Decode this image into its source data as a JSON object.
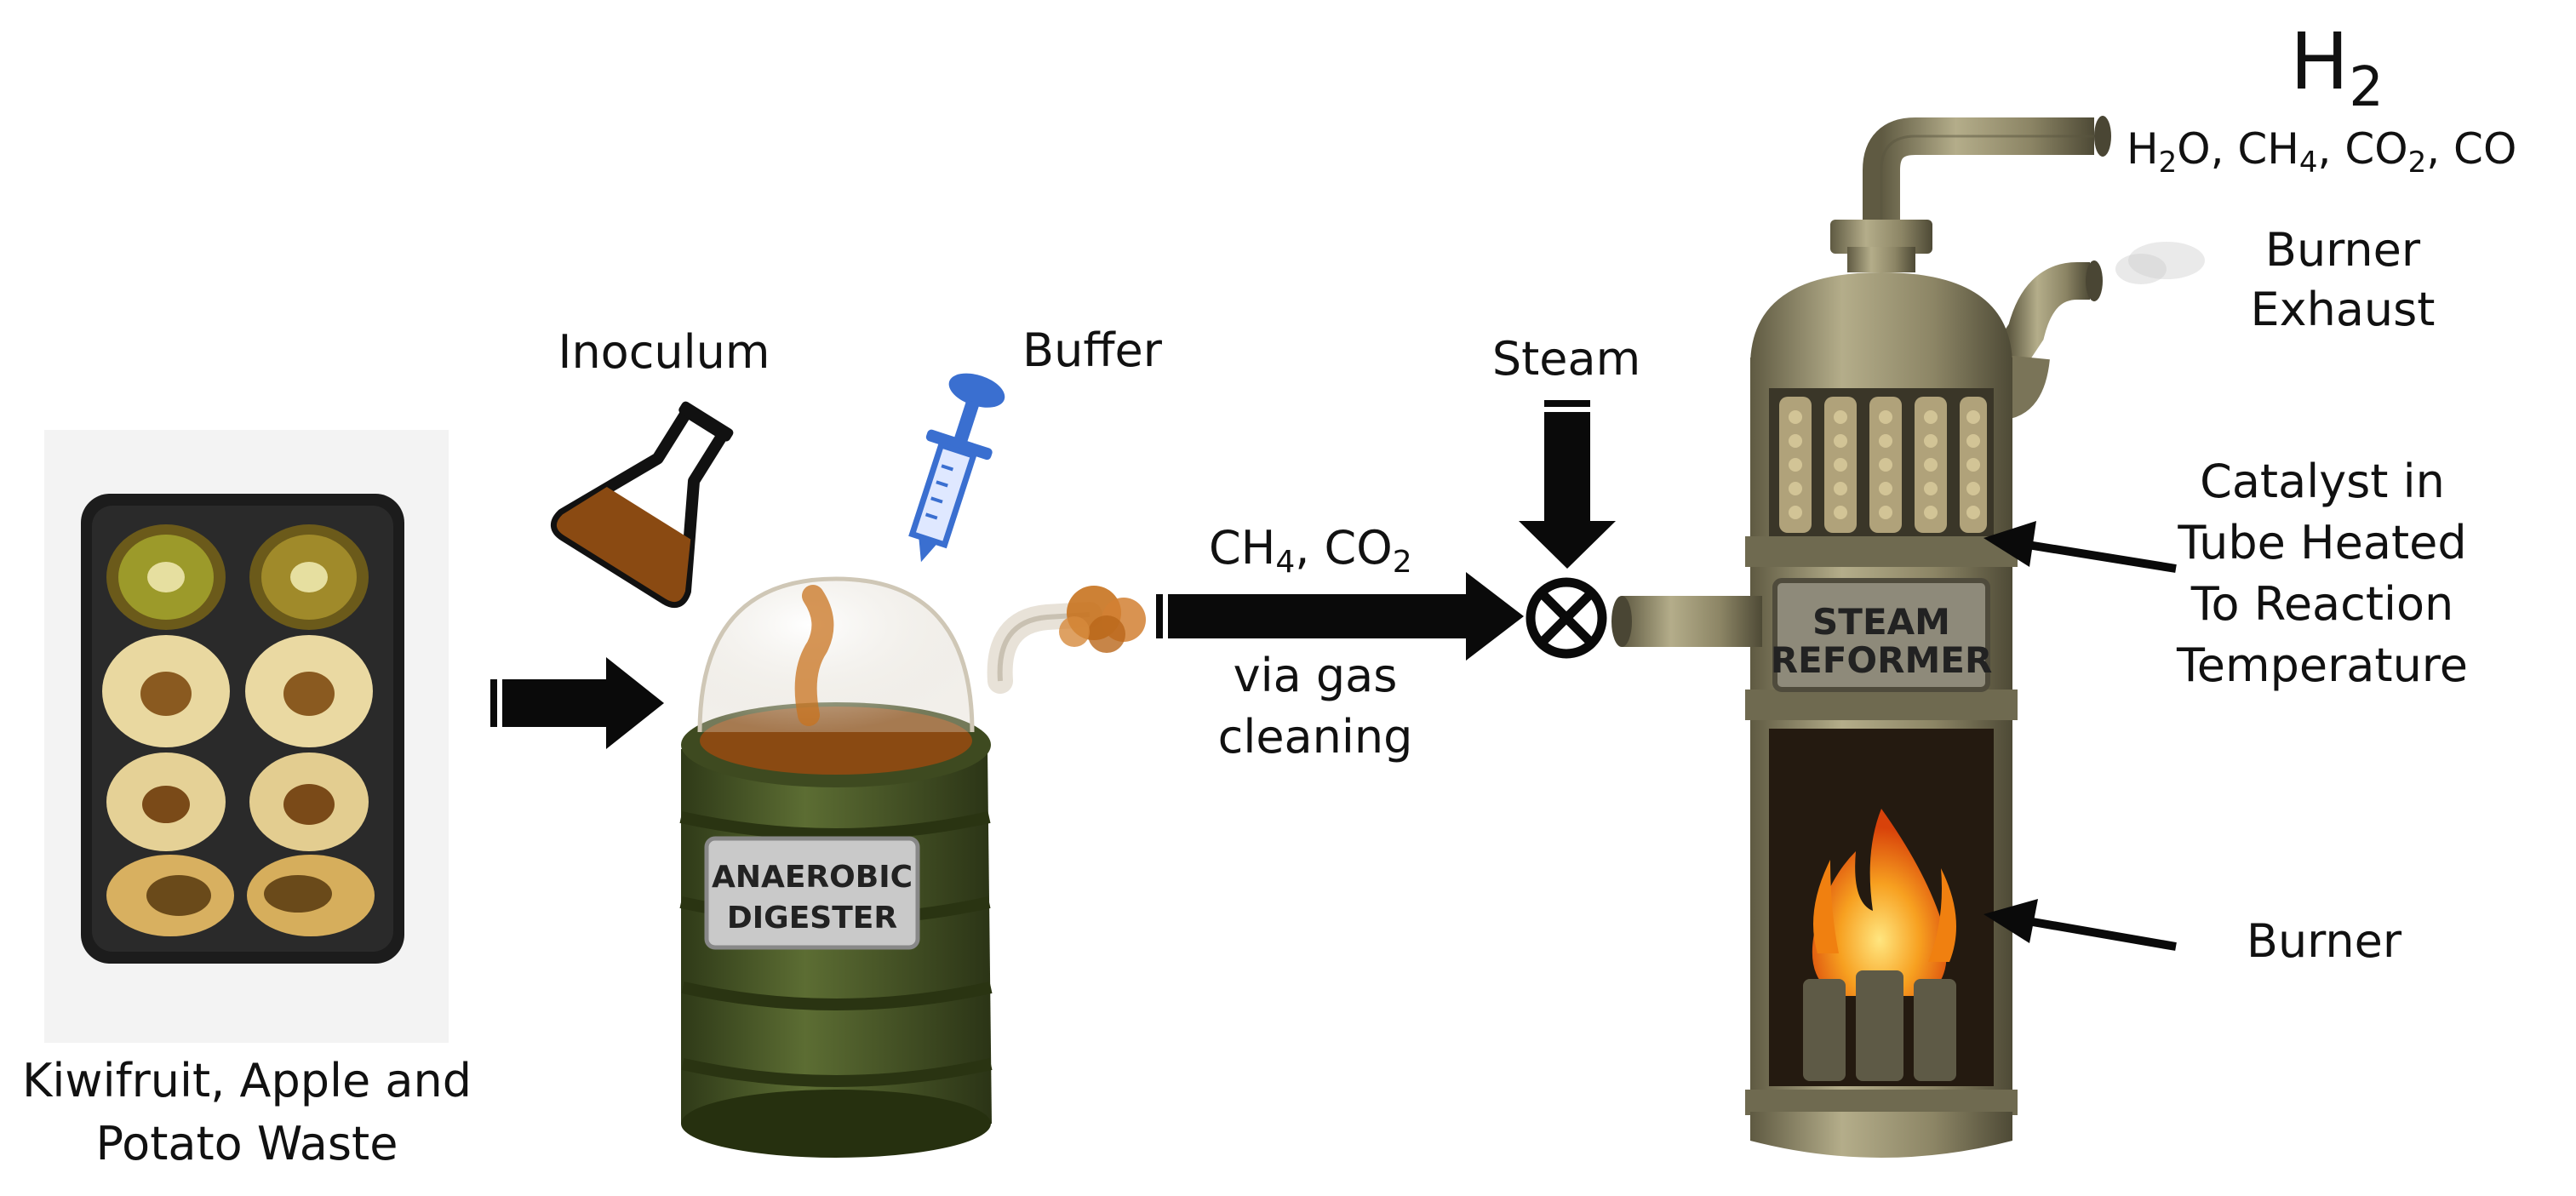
{
  "labels": {
    "food_waste": [
      "Kiwifruit, Apple and",
      "Potato Waste"
    ],
    "inoculum": "Inoculum",
    "buffer": "Buffer",
    "steam": "Steam",
    "gas": {
      "ch": "CH",
      "ch_sub": "4",
      "comma": ", CO",
      "co_sub": "2"
    },
    "via": [
      "via gas",
      "cleaning"
    ],
    "h2": {
      "main": "H",
      "sub": "2"
    },
    "outlet": {
      "a": "H",
      "a_sub": "2",
      "b": "O, CH",
      "b_sub": "4",
      "c": ", CO",
      "c_sub": "2",
      "d": ", CO"
    },
    "burner_exhaust": [
      "Burner",
      "Exhaust"
    ],
    "catalyst": [
      "Catalyst in",
      "Tube Heated",
      "To Reaction",
      "Temperature"
    ],
    "burner": "Burner"
  },
  "plates": {
    "digester": [
      "ANAEROBIC",
      "DIGESTER"
    ],
    "reformer": [
      "STEAM",
      "REFORMER"
    ]
  },
  "colors": {
    "arrow": "#0a0a0a",
    "barrel": "#4a5a2a",
    "liquid": "#8a4a12",
    "metal": "#8c8565",
    "flame": "#f08010",
    "syringe": "#3a6fd0"
  }
}
